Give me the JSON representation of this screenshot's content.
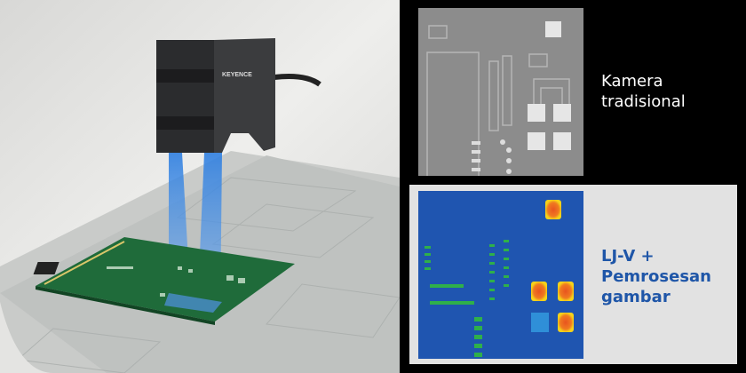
{
  "product_scene": {
    "brand_logo": "KEYENCE"
  },
  "comparison": {
    "traditional": {
      "label_line1": "Kamera",
      "label_line2": "tradisional"
    },
    "ljv": {
      "label_line1": "LJ-V +",
      "label_line2": "Pemrosesan",
      "label_line3": "gambar"
    }
  },
  "colors": {
    "ljv_text": "#1f56a8",
    "height_map_base": "#1f55b0",
    "panel_bg": "#e2e2e2"
  }
}
